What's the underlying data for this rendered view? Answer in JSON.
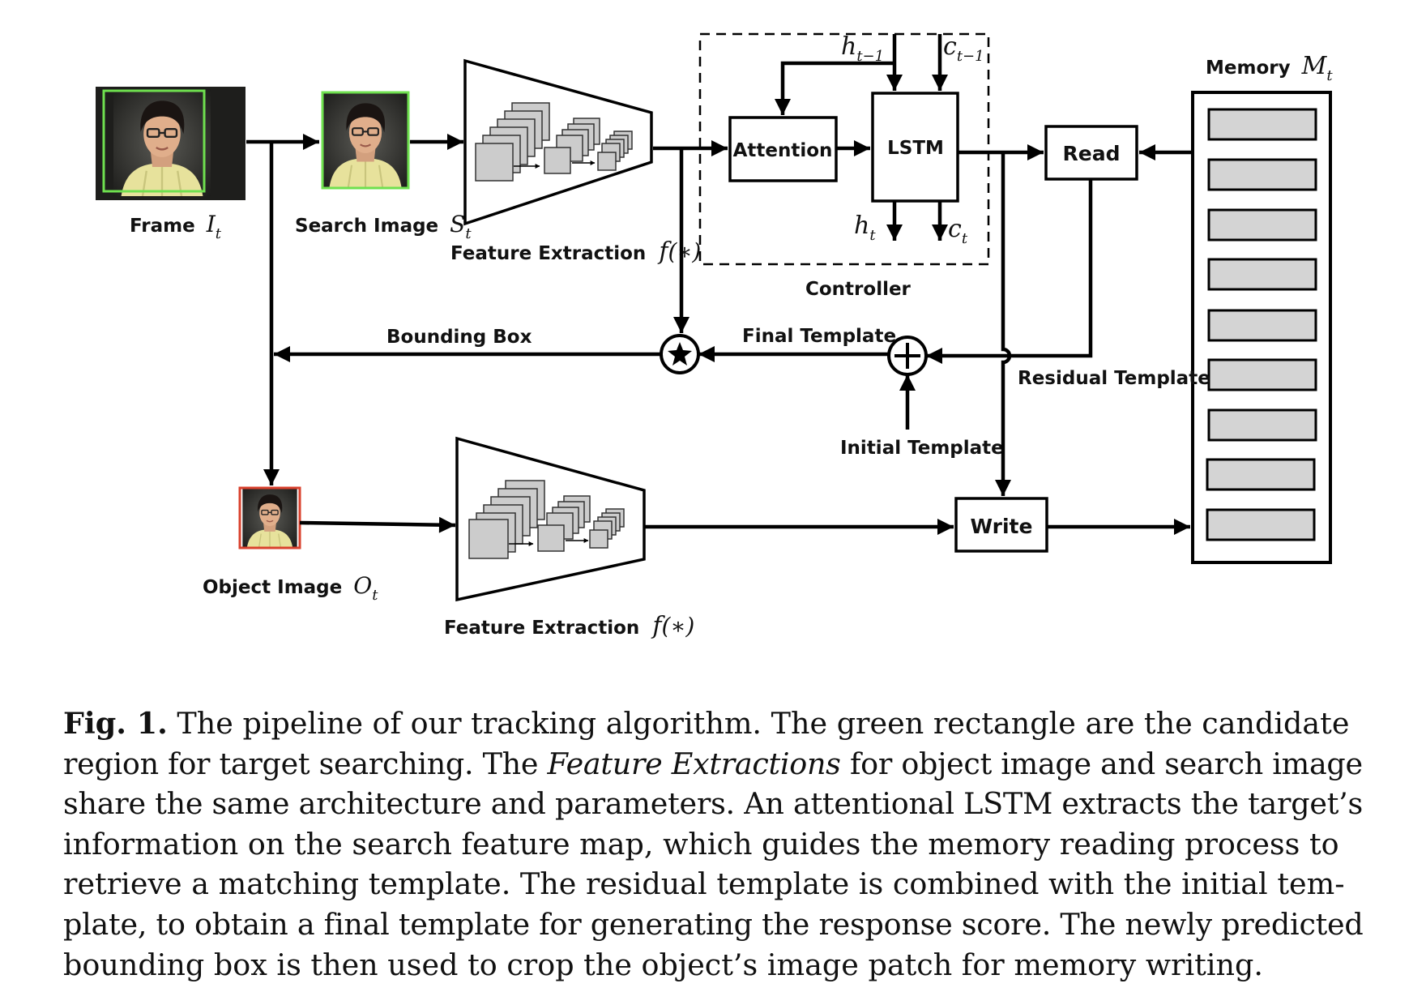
{
  "labels": {
    "frame": "Frame",
    "frame_var": "I",
    "frame_sub": "t",
    "search_image": "Search Image",
    "search_var": "S",
    "search_sub": "t",
    "feature_extraction_top": "Feature Extraction",
    "feature_extraction_bottom": "Feature Extraction",
    "feature_fn": "f",
    "feature_fn_args": "(∗)",
    "attention": "Attention",
    "lstm": "LSTM",
    "h_prev": "h",
    "h_prev_sub": "t−1",
    "c_prev": "c",
    "c_prev_sub": "t−1",
    "h_t": "h",
    "h_t_sub": "t",
    "c_t": "c",
    "c_t_sub": "t",
    "controller": "Controller",
    "read": "Read",
    "memory": "Memory",
    "memory_var": "M",
    "memory_sub": "t",
    "bounding_box": "Bounding Box",
    "final_template": "Final Template",
    "residual_template": "Residual Template",
    "initial_template": "Initial Template",
    "write": "Write",
    "object_image": "Object Image",
    "object_var": "O",
    "object_sub": "t"
  },
  "colors": {
    "search_region": "#6fe04f",
    "object_box": "#d9412d",
    "feature_map_fill": "#cccccc",
    "memory_slot_fill": "#d4d4d4"
  },
  "caption": {
    "fig_label": "Fig. 1.",
    "line1": " The pipeline of our tracking algorithm. The green rectangle are the candidate",
    "line2_pre": "region for target searching. The ",
    "line2_em": "Feature Extractions",
    "line2_post": " for object image and search image",
    "line3": "share the same architecture and parameters. An attentional LSTM extracts the target’s",
    "line4": "information on the search feature map, which guides the memory reading process to",
    "line5": "retrieve a matching template. The residual template is combined with the initial tem-",
    "line6": "plate, to obtain a final template for generating the response score. The newly predicted",
    "line7": "bounding box is then used to crop the object’s image patch for memory writing."
  }
}
